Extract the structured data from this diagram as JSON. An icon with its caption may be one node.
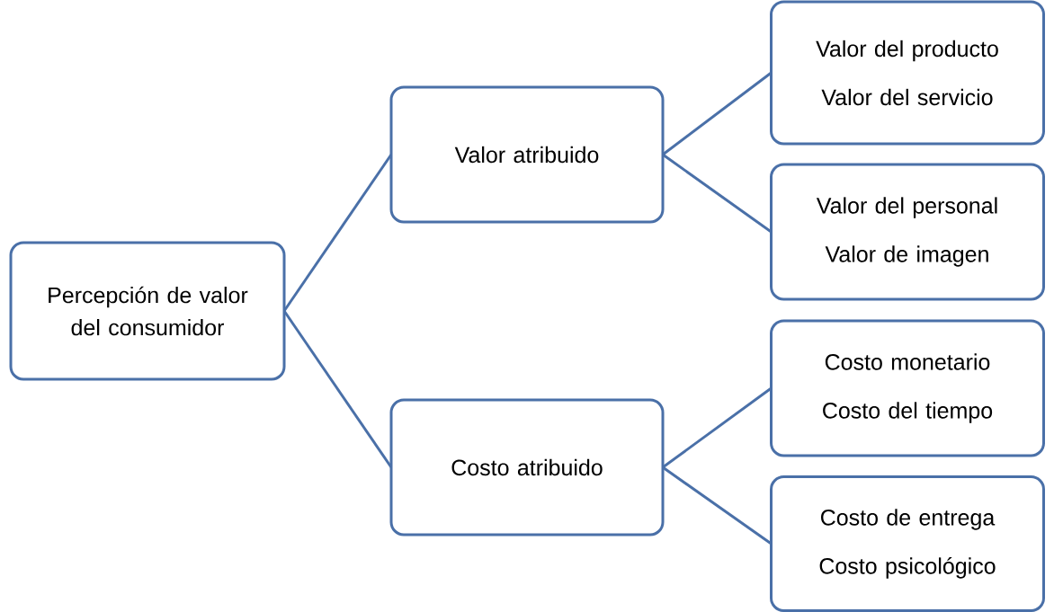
{
  "diagram": {
    "nodes": [
      {
        "text": [
          "Percepción de valor del consumidor"
        ]
      },
      {
        "text": [
          "Valor atribuido"
        ]
      },
      {
        "text": [
          "Costo atribuido"
        ]
      },
      {
        "text": [
          "Valor del producto",
          "Valor del servicio"
        ]
      },
      {
        "text": [
          "Valor del personal",
          "Valor de imagen"
        ]
      },
      {
        "text": [
          "Costo monetario",
          "Costo del tiempo"
        ]
      },
      {
        "text": [
          "Costo de entrega",
          "Costo psicológico"
        ]
      }
    ],
    "edges": [
      {
        "from": 0,
        "to": 1,
        "arrow": "none"
      },
      {
        "from": 0,
        "to": 2,
        "arrow": "none"
      },
      {
        "from": 1,
        "to": 3,
        "arrow": "none"
      },
      {
        "from": 1,
        "to": 4,
        "arrow": "none"
      },
      {
        "from": 2,
        "to": 5,
        "arrow": "none"
      },
      {
        "from": 2,
        "to": 6,
        "arrow": "none"
      }
    ]
  }
}
